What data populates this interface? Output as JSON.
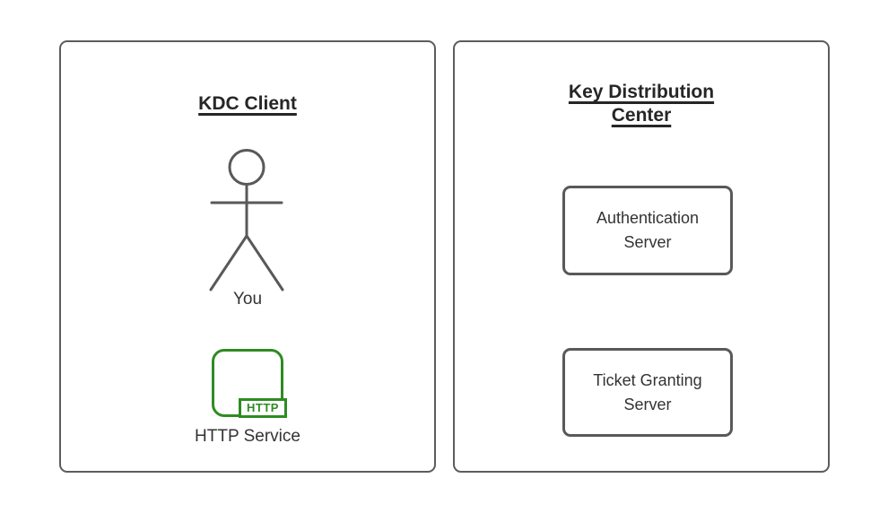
{
  "diagram": {
    "left_panel": {
      "title": "KDC Client",
      "actor_label": "You",
      "service": {
        "badge": "HTTP",
        "label": "HTTP Service"
      }
    },
    "right_panel": {
      "title": "Key Distribution Center",
      "servers": [
        {
          "label": "Authentication Server"
        },
        {
          "label": "Ticket Granting Server"
        }
      ]
    },
    "colors": {
      "panel_outline": "#5c5c5c",
      "shape_outline": "#595959",
      "text_dark": "#333333",
      "title_dark": "#262626",
      "service_green": "#2f8b22",
      "background": "#ffffff"
    }
  }
}
